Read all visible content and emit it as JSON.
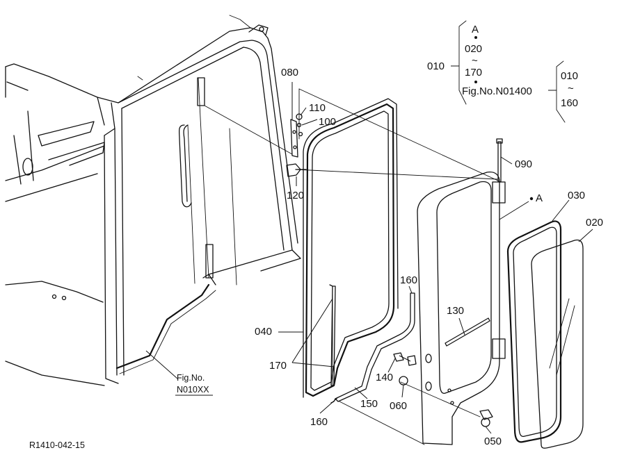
{
  "callouts": {
    "p010": "010",
    "p020": "020",
    "p030": "030",
    "p040": "040",
    "p050": "050",
    "p060": "060",
    "p080": "080",
    "p090": "090",
    "p100": "100",
    "p110": "110",
    "p120": "120",
    "p130": "130",
    "p140": "140",
    "p150": "150",
    "p160_top": "160",
    "p160_bottom": "160",
    "p170": "170",
    "ref_a": "A"
  },
  "bracket_group": {
    "label_a": "A",
    "range_start": "020",
    "tilde": "~",
    "range_end": "170",
    "parent_code": "010",
    "fig_ref": "Fig.No.N01400",
    "sub_start": "010",
    "sub_tilde": "~",
    "sub_end": "160"
  },
  "fig_reference": {
    "line1": "Fig.No.",
    "line2": "N010XX"
  },
  "drawing_code": "R1410-042-15"
}
